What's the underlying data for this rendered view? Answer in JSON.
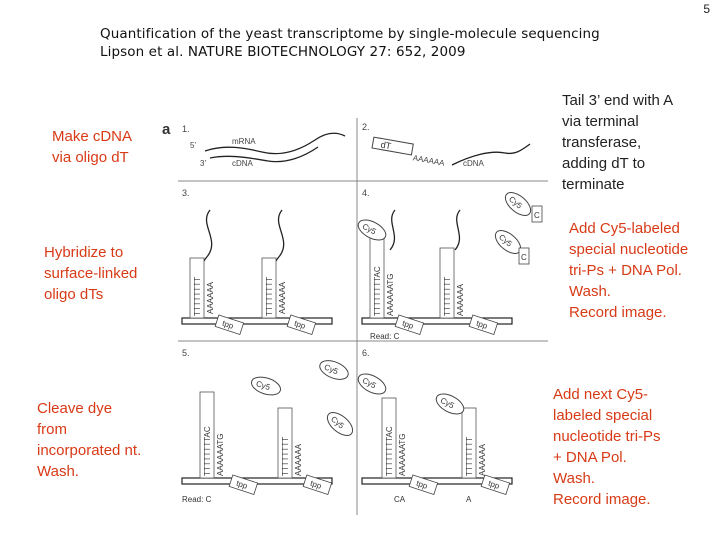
{
  "page_number": "5",
  "title_line1": "Quantification of the yeast transcriptome by single-molecule sequencing",
  "title_line2": "Lipson et al. NATURE  BIOTECHNOLOGY 27: 652, 2009",
  "notes": {
    "make_cdna": "Make cDNA\nvia oligo dT",
    "hybridize": "Hybridize to\nsurface-linked\noligo dTs",
    "cleave": "Cleave dye\nfrom\nincorporated nt.\nWash.",
    "tail": "Tail 3’ end with A\nvia terminal\ntransferase,\nadding dT to\nterminate",
    "add_cy5": "Add Cy5-labeled\nspecial nucleotide\ntri-Ps + DNA Pol.\nWash.\nRecord image.",
    "add_next": "Add next Cy5-\nlabeled special\nnucleotide tri-Ps\n+ DNA Pol.\nWash.\nRecord image."
  },
  "figure": {
    "panel_letter": "a",
    "panels": [
      "1.",
      "2.",
      "3.",
      "4.",
      "5.",
      "6."
    ],
    "five_prime": "5’",
    "three_prime": "3’",
    "mrna": "mRNA",
    "cdna": "cDNA",
    "dt": "dT",
    "aaaaaa": "AAAAAA",
    "cdna2": "cDNA",
    "cy5": "Cy5",
    "c_nt": "C",
    "poly_t": "TTTTTTTT",
    "poly_a": "AAAAAA",
    "ttt_c": "TTTTTTTTAC",
    "aaa_g": "AAAAAATG",
    "tpp": "tpp",
    "read_c": "Read: C",
    "read_ca": "CA",
    "read_a": "A"
  }
}
